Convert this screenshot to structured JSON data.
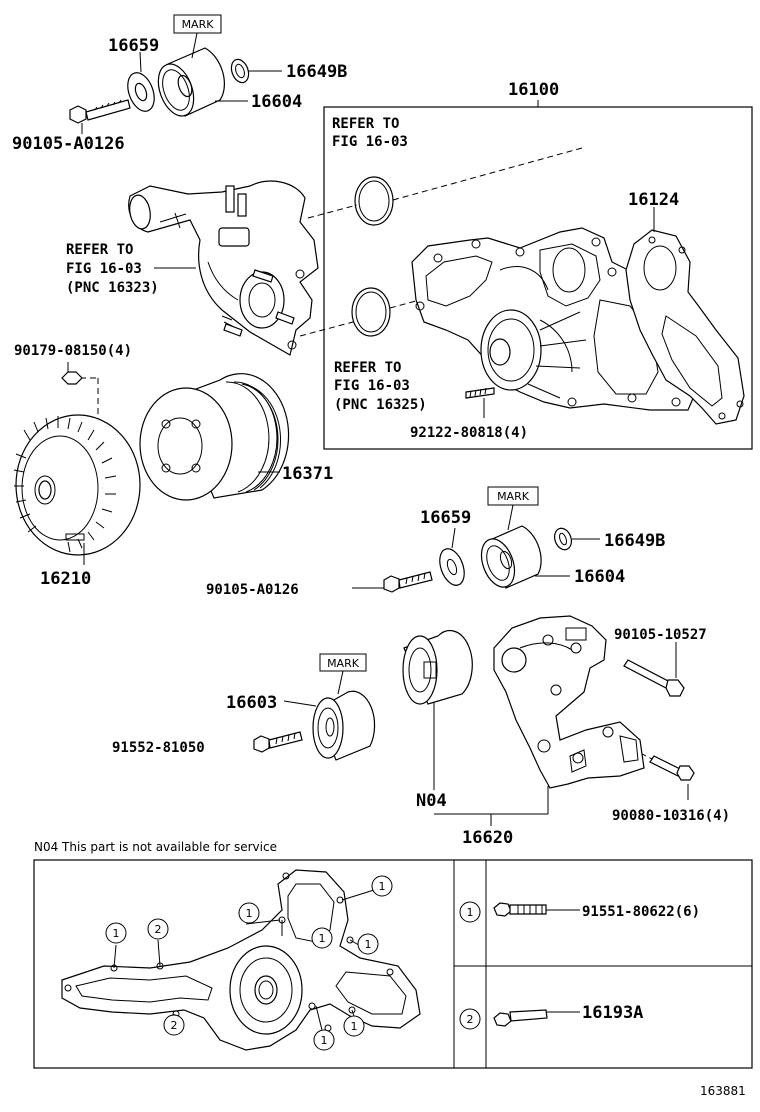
{
  "labels": {
    "p16659_a": "16659",
    "mark_a": "MARK",
    "p16649b_a": "16649B",
    "p16604_a": "16604",
    "p90105a0126_a": "90105-A0126",
    "p16100": "16100",
    "refer_a_1": "REFER TO",
    "refer_a_2": "FIG 16-03",
    "p16124": "16124",
    "refer_b_1": "REFER TO",
    "refer_b_2": "FIG 16-03",
    "refer_b_3": "(PNC 16323)",
    "refer_c_1": "REFER TO",
    "refer_c_2": "FIG 16-03",
    "refer_c_3": "(PNC 16325)",
    "p90179": "90179-08150(4)",
    "p92122": "92122-80818(4)",
    "p16371": "16371",
    "p16210": "16210",
    "mark_b": "MARK",
    "p16659_b": "16659",
    "p16649b_b": "16649B",
    "p90105a0126_b": "90105-A0126",
    "p16604_b": "16604",
    "p90105_10527": "90105-10527",
    "mark_c": "MARK",
    "p16603": "16603",
    "p91552": "91552-81050",
    "pN04": "N04",
    "p90080": "90080-10316(4)",
    "p16620": "16620",
    "note_n04": "N04  This part is not available for service",
    "legend1_num": "1",
    "legend1_part": "91551-80622(6)",
    "legend2_num": "2",
    "legend2_part": "16193A",
    "fig_number": "163881"
  },
  "gasket_callouts": [
    "1",
    "2",
    "1",
    "1",
    "1",
    "1",
    "2",
    "1",
    "1"
  ]
}
